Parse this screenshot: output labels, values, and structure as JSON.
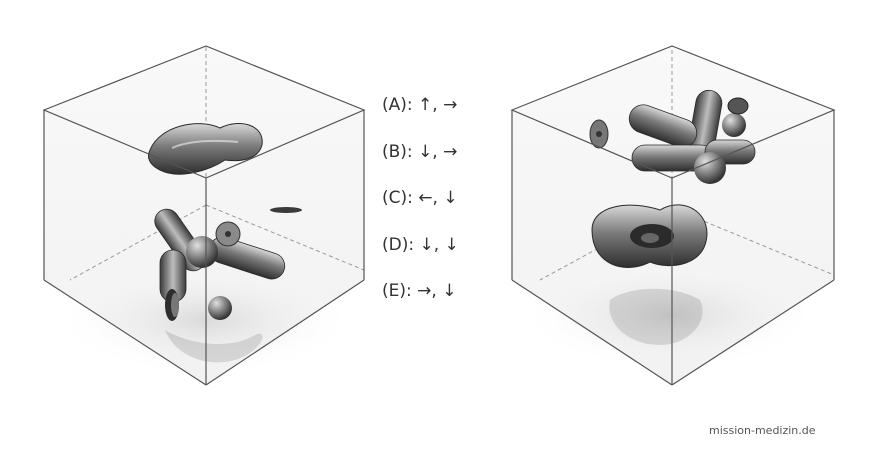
{
  "answer_options": [
    {
      "letter": "(A):",
      "arrows": "↑, →"
    },
    {
      "letter": "(B):",
      "arrows": "↓, →"
    },
    {
      "letter": "(C):",
      "arrows": "←, ↓"
    },
    {
      "letter": "(D):",
      "arrows": "↓, ↓"
    },
    {
      "letter": "(E):",
      "arrows": "→, ↓"
    }
  ],
  "source_credit": "mission-medizin.de",
  "colors": {
    "cube_edge": "#555555",
    "metal_dark": "#2e2e2e",
    "metal_light": "#d8d8d8"
  }
}
